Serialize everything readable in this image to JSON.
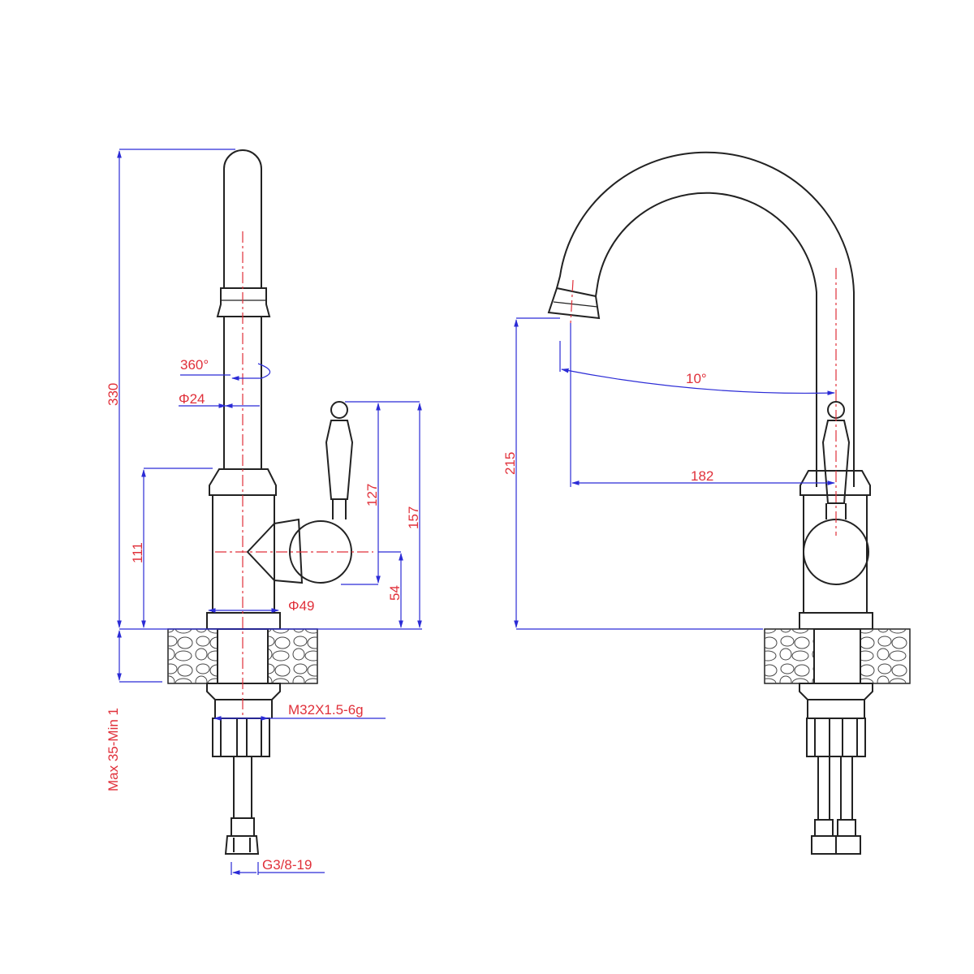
{
  "side_view": {
    "height_total": "330",
    "swivel_angle": "360°",
    "spout_diameter": "Φ24",
    "body_height": "111",
    "handle_height": "127",
    "handle_top_height": "157",
    "handle_axis_height": "54",
    "base_diameter": "Φ49",
    "counter_thickness": "Max 35-Min 1",
    "thread_spec": "M32X1.5-6g",
    "hose_connection": "G3/8-19"
  },
  "front_view": {
    "spout_height": "215",
    "spout_tilt": "10°",
    "spout_reach": "182"
  },
  "colors": {
    "dimension_line": "#2b2bd6",
    "label": "#e0303a",
    "outline": "#222222"
  }
}
